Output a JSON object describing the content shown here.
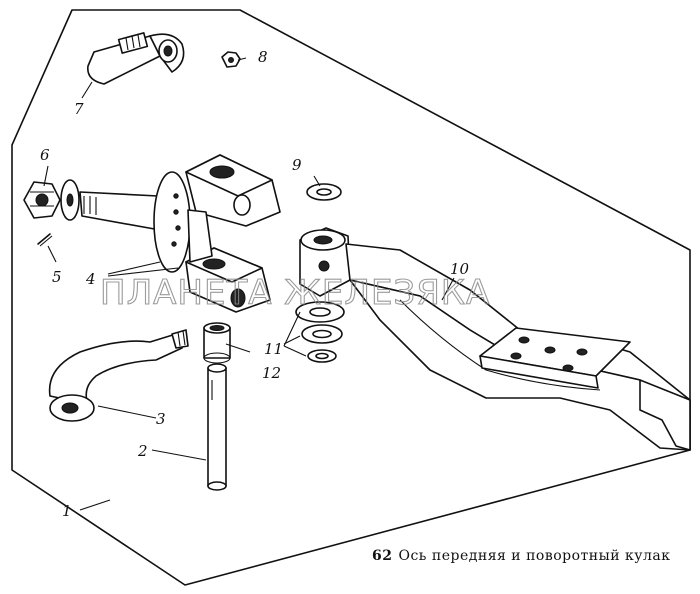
{
  "diagram": {
    "watermark": "ПЛАНЕТА ЖЕЛЕЗЯКА",
    "caption": {
      "number": "62",
      "text": "Ось передняя и поворотный кулак"
    },
    "callouts": {
      "c1": "1",
      "c2": "2",
      "c3": "3",
      "c4": "4",
      "c5": "5",
      "c6": "6",
      "c7": "7",
      "c8": "8",
      "c9": "9",
      "c10": "10",
      "c11": "11",
      "c12": "12"
    }
  }
}
